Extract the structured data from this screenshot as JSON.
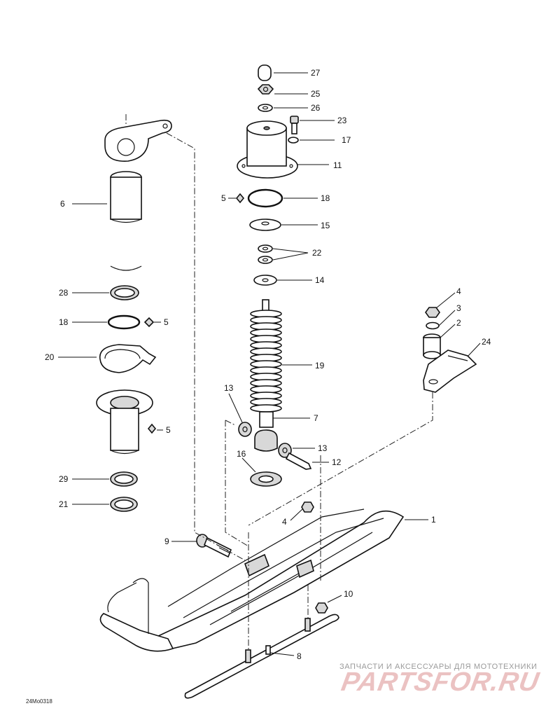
{
  "diagram": {
    "reference_code": "24Mo0318",
    "callouts": [
      {
        "id": "c27",
        "label": "27"
      },
      {
        "id": "c25",
        "label": "25"
      },
      {
        "id": "c26",
        "label": "26"
      },
      {
        "id": "c23",
        "label": "23"
      },
      {
        "id": "c17",
        "label": "17"
      },
      {
        "id": "c11",
        "label": "11"
      },
      {
        "id": "c5a",
        "label": "5"
      },
      {
        "id": "c18a",
        "label": "18"
      },
      {
        "id": "c15",
        "label": "15"
      },
      {
        "id": "c22",
        "label": "22"
      },
      {
        "id": "c14",
        "label": "14"
      },
      {
        "id": "c19",
        "label": "19"
      },
      {
        "id": "c13a",
        "label": "13"
      },
      {
        "id": "c7",
        "label": "7"
      },
      {
        "id": "c13b",
        "label": "13"
      },
      {
        "id": "c12",
        "label": "12"
      },
      {
        "id": "c16",
        "label": "16"
      },
      {
        "id": "c6",
        "label": "6"
      },
      {
        "id": "c28",
        "label": "28"
      },
      {
        "id": "c18b",
        "label": "18"
      },
      {
        "id": "c5b",
        "label": "5"
      },
      {
        "id": "c20",
        "label": "20"
      },
      {
        "id": "c5c",
        "label": "5"
      },
      {
        "id": "c29",
        "label": "29"
      },
      {
        "id": "c21",
        "label": "21"
      },
      {
        "id": "c4a",
        "label": "4"
      },
      {
        "id": "c3",
        "label": "3"
      },
      {
        "id": "c2",
        "label": "2"
      },
      {
        "id": "c24",
        "label": "24"
      },
      {
        "id": "c1",
        "label": "1"
      },
      {
        "id": "c4b",
        "label": "4"
      },
      {
        "id": "c9",
        "label": "9"
      },
      {
        "id": "c10",
        "label": "10"
      },
      {
        "id": "c8",
        "label": "8"
      }
    ]
  },
  "watermark": {
    "tagline": "ЗАПЧАСТИ И АКСЕССУАРЫ ДЛЯ МОТОТЕХНИКИ",
    "logo": "PARTSFOR.RU"
  }
}
